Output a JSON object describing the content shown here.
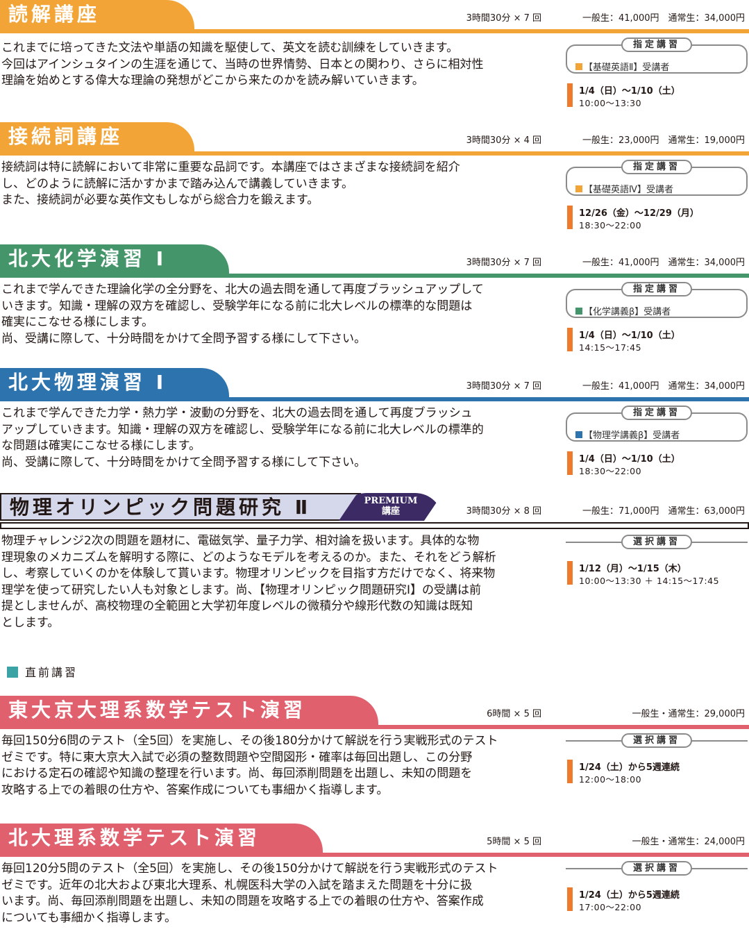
{
  "colors": {
    "orange": "#f2a436",
    "green": "#45956a",
    "blue": "#2d74ae",
    "pink": "#e0606e",
    "premium": "#3b2a63",
    "teal": "#3aa4a4",
    "schedule_bar": "#ee7a2e"
  },
  "courses": [
    {
      "title": "読解講座",
      "sessions": "3時間30分 × 7 回",
      "price": "一般生：41,000円　通常生：34,000円",
      "desc": [
        "これまでに培ってきた文法や単語の知識を駆使して、英文を読む訓練をしていきます。",
        "今回はアインシュタインの生涯を通じて、当時の世界情勢、日本との関わり、さらに相対性",
        "理論を始めとする偉大な理論の発想がどこから来たのかを読み解いていきます。"
      ],
      "req_label": "指定講習",
      "req_text": "【基礎英語Ⅱ】受講者",
      "date": "1/4（日）〜1/10（土）",
      "time": "10:00〜13:30"
    },
    {
      "title": "接続詞講座",
      "sessions": "3時間30分 × 4 回",
      "price": "一般生：23,000円　通常生：19,000円",
      "desc": [
        "接続詞は特に読解において非常に重要な品詞です。本講座ではさまざまな接続詞を紹介",
        "し、どのように読解に活かすかまで踏み込んで講義していきます。",
        "また、接続詞が必要な英作文もしながら総合力を鍛えます。"
      ],
      "req_label": "指定講習",
      "req_text": "【基礎英語Ⅳ】受講者",
      "date": "12/26（金）〜12/29（月）",
      "time": "18:30〜22:00"
    },
    {
      "title": "北大化学演習 Ⅰ",
      "sessions": "3時間30分 × 7 回",
      "price": "一般生：41,000円　通常生：34,000円",
      "desc": [
        "これまで学んできた理論化学の全分野を、北大の過去問を通して再度ブラッシュアップして",
        "いきます。知識・理解の双方を確認し、受験学年になる前に北大レベルの標準的な問題は",
        "確実にこなせる様にします。",
        "尚、受講に際して、十分時間をかけて全問予習する様にして下さい。"
      ],
      "req_label": "指定講習",
      "req_text": "【化学講義β】受講者",
      "date": "1/4（日）〜1/10（土）",
      "time": "14:15〜17:45"
    },
    {
      "title": "北大物理演習 Ⅰ",
      "sessions": "3時間30分 × 7 回",
      "price": "一般生：41,000円　通常生：34,000円",
      "desc": [
        "これまで学んできた力学・熱力学・波動の分野を、北大の過去問を通して再度ブラッシュ",
        "アップしていきます。知識・理解の双方を確認し、受験学年になる前に北大レベルの標準的",
        "な問題は確実にこなせる様にします。",
        "尚、受講に際して、十分時間をかけて全問予習する様にして下さい。"
      ],
      "req_label": "指定講習",
      "req_text": "【物理学講義β】受講者",
      "date": "1/4（日）〜1/10（土）",
      "time": "18:30〜22:00"
    },
    {
      "title": "物理オリンピック問題研究 Ⅱ",
      "premium": "PREMIUM",
      "premium_sub": "講座",
      "sessions": "3時間30分 × 8 回",
      "price": "一般生：71,000円　通常生：63,000円",
      "desc": [
        "物理チャレンジ2次の問題を題材に、電磁気学、量子力学、相対論を扱います。具体的な物",
        "理現象のメカニズムを解明する際に、どのようなモデルを考えるのか。また、それをどう解析",
        "し、考察していくのかを体験して貰います。物理オリンピックを目指す方だけでなく、将来物",
        "理学を使って研究したい人も対象とします。尚、【物理オリンピック問題研究Ⅰ】の受講は前",
        "提としませんが、高校物理の全範囲と大学初年度レベルの微積分や線形代数の知識は既知",
        "とします。"
      ],
      "req_label": "選択講習",
      "date": "1/12（月）〜1/15（木）",
      "time": "10:00〜13:30 ＋ 14:15〜17:45"
    },
    {
      "title": "東大京大理系数学テスト演習",
      "sessions": "6時間 × 5 回",
      "price": "一般生・通常生：29,000円",
      "desc": [
        "毎回150分6問のテスト（全5回）を実施し、その後180分かけて解説を行う実戦形式のテスト",
        "ゼミです。特に東大京大入試で必須の整数問題や空間図形・確率は毎回出題し、この分野",
        "における定石の確認や知識の整理を行います。尚、毎回添削問題を出題し、未知の問題を",
        "攻略する上での着眼の仕方や、答案作成についても事細かく指導します。"
      ],
      "req_label": "選択講習",
      "date": "1/24（土）から5週連続",
      "time": "12:00〜18:00"
    },
    {
      "title": "北大理系数学テスト演習",
      "sessions": "5時間 × 5 回",
      "price": "一般生・通常生：24,000円",
      "desc": [
        "毎回120分5問のテスト（全5回）を実施し、その後150分かけて解説を行う実戦形式のテスト",
        "ゼミです。近年の北大および東北大理系、札幌医科大学の入試を踏まえた問題を十分に扱",
        "います。尚、毎回添削問題を出題し、未知の問題を攻略する上での着眼の仕方や、答案作成",
        "についても事細かく指導します。"
      ],
      "req_label": "選択講習",
      "date": "1/24（土）から5週連続",
      "time": "17:00〜22:00"
    }
  ],
  "legend": {
    "label": "直前講習"
  }
}
